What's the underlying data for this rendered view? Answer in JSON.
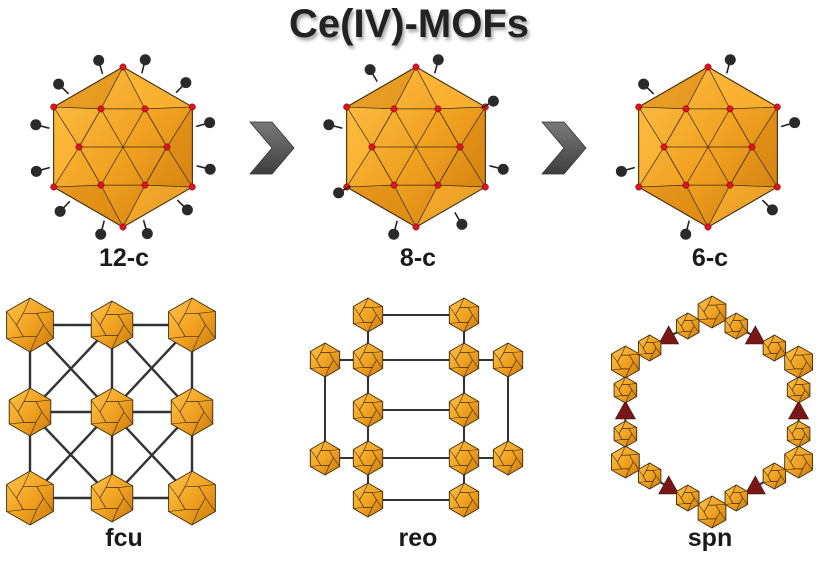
{
  "title": "Ce(IV)-MOFs",
  "clusters": [
    {
      "label": "12-c",
      "connectivity": 12
    },
    {
      "label": "8-c",
      "connectivity": 8
    },
    {
      "label": "6-c",
      "connectivity": 6
    }
  ],
  "topologies": [
    {
      "label": "fcu"
    },
    {
      "label": "reo"
    },
    {
      "label": "spn"
    }
  ],
  "arrows": 2,
  "colors": {
    "octahedron": "#f0a020",
    "octahedron_dark": "#c9780c",
    "oxygen": "#e0141e",
    "carbon": "#2a2a2a",
    "linker": "#333333",
    "triangle_linker": "#7a1616",
    "arrow": "#5a5a5a"
  }
}
